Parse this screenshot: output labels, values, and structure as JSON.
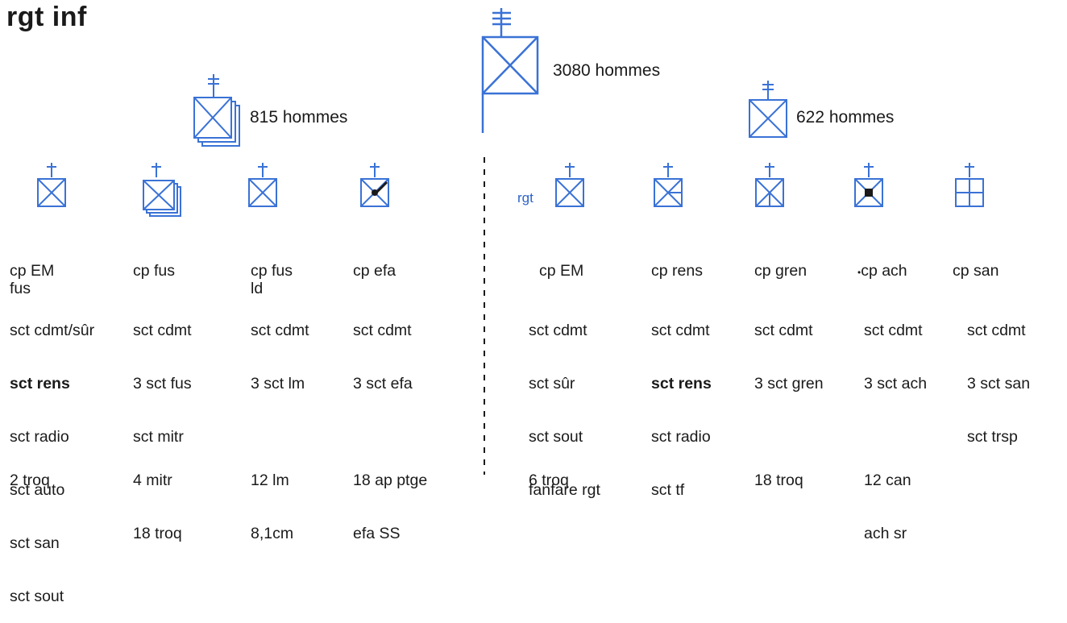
{
  "title": "rgt inf",
  "regiment": {
    "label": "3080 hommes"
  },
  "left_battalion": {
    "label": "815 hommes"
  },
  "right_battalion": {
    "label": "622 hommes"
  },
  "rgt_tag": "rgt",
  "colors": {
    "symbol": "#3a72d6",
    "text": "#1a1a1a",
    "background": "#ffffff"
  },
  "left_units": [
    {
      "name": [
        "cp EM",
        "fus"
      ],
      "sections": [
        "sct cdmt/sûr",
        "sct rens",
        "sct radio",
        "sct auto",
        "sct san",
        "sct sout"
      ],
      "bold": [
        1
      ],
      "equipment": [
        "2 troq"
      ]
    },
    {
      "name": [
        "cp fus"
      ],
      "sections": [
        "sct cdmt",
        "3 sct fus",
        "sct mitr"
      ],
      "bold": [],
      "equipment": [
        "4 mitr",
        "18 troq"
      ]
    },
    {
      "name": [
        "cp fus",
        "ld"
      ],
      "sections": [
        "sct cdmt",
        "3 sct lm"
      ],
      "bold": [],
      "equipment": [
        "12 lm",
        "8,1cm"
      ]
    },
    {
      "name": [
        "cp efa"
      ],
      "sections": [
        "sct cdmt",
        "3 sct efa"
      ],
      "bold": [],
      "equipment": [
        "18 ap ptge",
        "efa SS"
      ]
    }
  ],
  "right_units": [
    {
      "name": [
        "cp EM"
      ],
      "sections": [
        "sct cdmt",
        "sct sûr",
        "sct sout",
        "fanfare rgt"
      ],
      "bold": [],
      "equipment": [
        "6 troq"
      ]
    },
    {
      "name": [
        "cp rens"
      ],
      "sections": [
        "sct cdmt",
        "sct rens",
        "sct radio",
        "sct tf"
      ],
      "bold": [
        1
      ],
      "equipment": []
    },
    {
      "name": [
        "cp gren"
      ],
      "sections": [
        "sct cdmt",
        "3 sct gren"
      ],
      "bold": [],
      "equipment": [
        "18 troq"
      ]
    },
    {
      "name": [
        "cp ach"
      ],
      "sections": [
        "sct cdmt",
        "3 sct ach"
      ],
      "bold": [],
      "equipment": [
        "12 can",
        "ach sr"
      ],
      "star": "•"
    },
    {
      "name": [
        "cp san"
      ],
      "sections": [
        "sct cdmt",
        "3 sct san",
        "sct trsp"
      ],
      "bold": [],
      "equipment": []
    }
  ]
}
